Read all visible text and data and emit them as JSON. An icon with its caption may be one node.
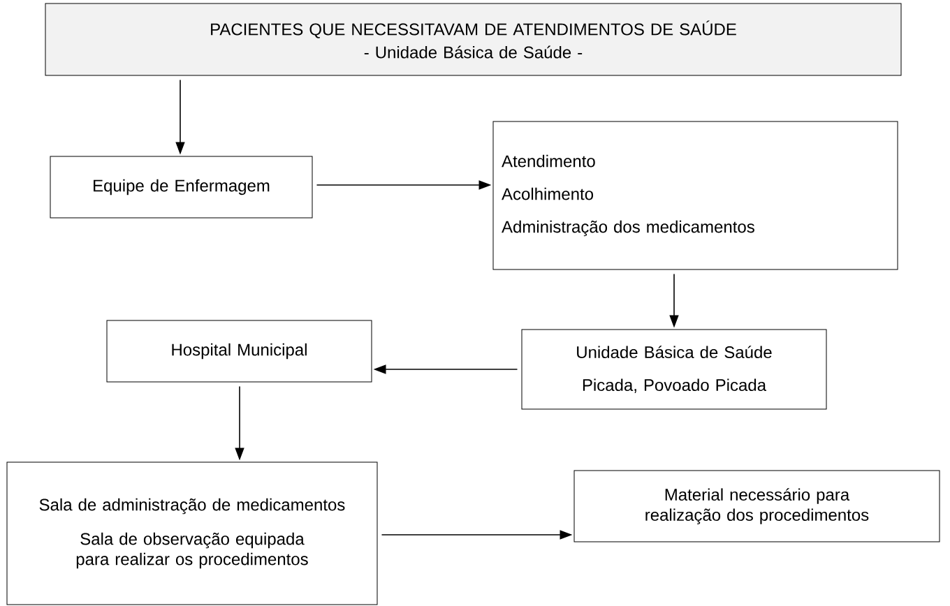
{
  "diagram": {
    "nodes": [
      {
        "text": [
          "PACIENTES QUE NECESSITAVAM DE ATENDIMENTOS DE SAÚDE",
          "- Unidade Básica de Saúde -"
        ]
      },
      {
        "text": [
          "Equipe de Enfermagem"
        ]
      },
      {
        "text": [
          "Atendimento",
          "Acolhimento",
          "Administração dos medicamentos"
        ]
      },
      {
        "text": [
          "Unidade Básica de Saúde",
          "Picada, Povoado Picada"
        ]
      },
      {
        "text": [
          "Hospital Municipal"
        ]
      },
      {
        "text": [
          "Sala de administração de medicamentos",
          "Sala de observação equipada para realizar os procedimentos"
        ]
      },
      {
        "text": [
          "Material necessário para realização dos procedimentos"
        ]
      }
    ],
    "edges": [
      {
        "from": 0,
        "to": 1,
        "arrow": "to"
      },
      {
        "from": 1,
        "to": 2,
        "arrow": "to"
      },
      {
        "from": 2,
        "to": 3,
        "arrow": "to"
      },
      {
        "from": 3,
        "to": 4,
        "arrow": "to"
      },
      {
        "from": 4,
        "to": 5,
        "arrow": "to"
      },
      {
        "from": 5,
        "to": 6,
        "arrow": "to"
      }
    ]
  }
}
